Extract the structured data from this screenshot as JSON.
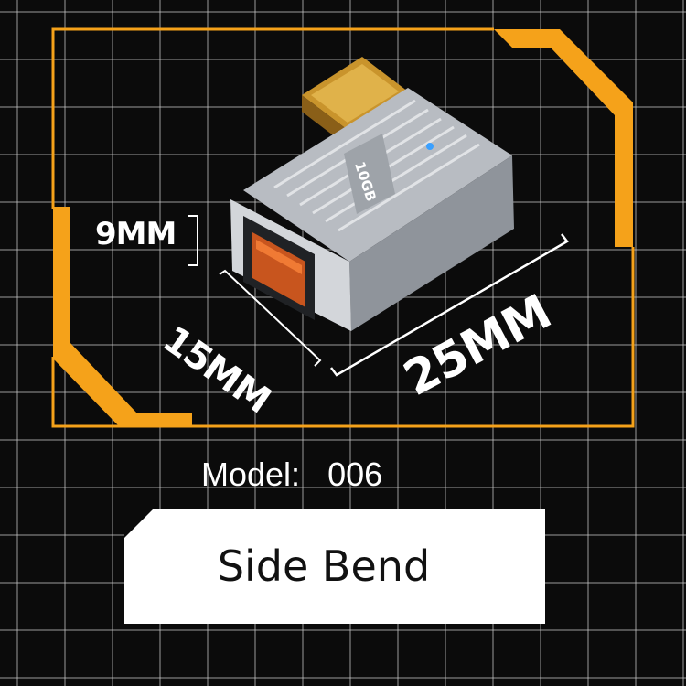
{
  "dimensions": {
    "height": "9MM",
    "width": "15MM",
    "length": "25MM"
  },
  "product_label": "10GB",
  "model": {
    "label": "Model:",
    "value": "006"
  },
  "banner": {
    "text": "Side Bend"
  },
  "colors": {
    "background": "#0b0b0b",
    "frame_accent": "#f5a21a",
    "banner": "#ffffff",
    "led": "#3aa0ff"
  }
}
